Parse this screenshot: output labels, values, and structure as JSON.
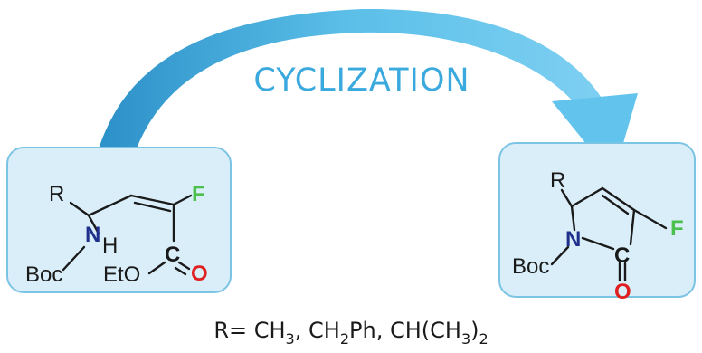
{
  "title": "CYCLIZATION",
  "reactant": {
    "r_label": "R",
    "n_label": "N",
    "h_label": "H",
    "boc_label": "Boc",
    "eto_label": "EtO",
    "c_label": "C",
    "o_label": "O",
    "f_label": "F"
  },
  "product": {
    "r_label": "R",
    "n_label": "N",
    "boc_label": "Boc",
    "c_label": "C",
    "o_label": "O",
    "f_label": "F"
  },
  "caption": {
    "prefix": "R= ",
    "g1_main": "CH",
    "g1_sub": "3",
    "sep1": ", ",
    "g2_main": "CH",
    "g2_sub": "2",
    "g2_tail": "Ph",
    "sep2": ", ",
    "g3_main": "CH(CH",
    "g3_sub1": "3",
    "g3_close": ")",
    "g3_sub2": "2"
  },
  "colors": {
    "box_fill": "#d9eef8",
    "box_stroke": "#7cc4e4",
    "arrow": "#5bbfe8",
    "title": "#3aa9de",
    "nitrogen": "#1f2f8c",
    "oxygen": "#e02020",
    "fluorine": "#4cc04c",
    "bond": "#1a1a1a"
  }
}
